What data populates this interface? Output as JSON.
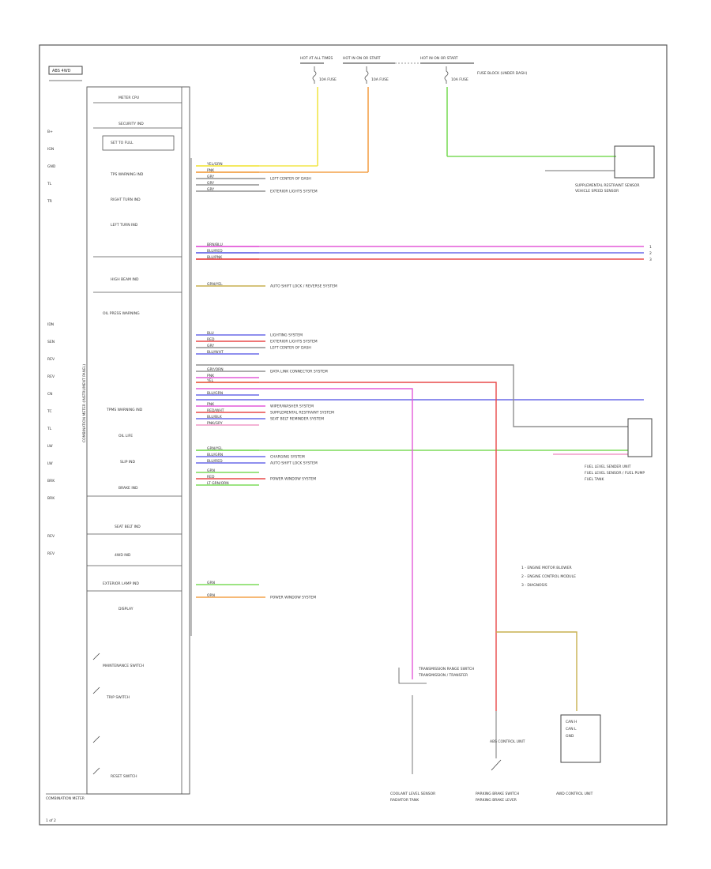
{
  "colors": {
    "frame": "#555555",
    "yellow": "#f2e64a",
    "orange": "#f3a24a",
    "green": "#7ddc5a",
    "magenta": "#e35ad9",
    "blue": "#6a6ae8",
    "red": "#e84a4a",
    "gray": "#909090",
    "olive": "#c7b050",
    "pink": "#f09ac8"
  },
  "header": {
    "title": "ABS 4WD",
    "footer_title": "COMBINATION METER",
    "page_label": "1 of 2"
  },
  "top_sources": [
    {
      "label": "HOT AT ALL TIMES"
    },
    {
      "label": "HOT IN ON OR START"
    },
    {
      "label": "HOT IN ON OR START"
    }
  ],
  "fuses": [
    {
      "label": "10A FUSE"
    },
    {
      "label": "10A FUSE"
    },
    {
      "label": "10A FUSE"
    }
  ],
  "fuse_note": "FUSE BLOCK (UNDER DASH)",
  "left_pin_labels": [
    "B+",
    "IGN",
    "GND",
    "TL",
    "TR",
    "IDN",
    "SEN",
    "REV",
    "REV",
    "CN",
    "TC",
    "TL",
    "LW",
    "LW",
    "BRK",
    "BRK",
    "REV",
    "REV"
  ],
  "meter_blocks": [
    {
      "label": "METER CPU"
    },
    {
      "label": "SECURITY IND"
    },
    {
      "label": "SET TO FULL"
    },
    {
      "label": "TPS WARNING IND"
    },
    {
      "label": "RIGHT TURN IND"
    },
    {
      "label": "LEFT TURN IND"
    },
    {
      "label": "HIGH BEAM IND"
    },
    {
      "label": "OIL PRESS WARNING"
    },
    {
      "label": "TPMS WARNING IND"
    },
    {
      "label": "OIL LIFE"
    },
    {
      "label": "SLIP IND"
    },
    {
      "label": "BRAKE IND"
    },
    {
      "label": "SEAT BELT IND"
    },
    {
      "label": "4WD IND"
    },
    {
      "label": "EXTERIOR LAMP IND"
    },
    {
      "label": "DISPLAY"
    },
    {
      "label": "MAINTENANCE SWITCH"
    },
    {
      "label": "TRIP SWITCH"
    },
    {
      "label": "RESET SWITCH"
    }
  ],
  "vertical_meter_label": "COMBINATION METER (INSTRUMENT PANEL)",
  "wires": [
    {
      "label": "YEL/GRN",
      "dest": ""
    },
    {
      "label": "PNK",
      "dest": ""
    },
    {
      "label": "GRY",
      "dest": "LEFT CENTER OF DASH"
    },
    {
      "label": "GRY",
      "dest": ""
    },
    {
      "label": "GRY",
      "dest": "EXTERIOR LIGHTS SYSTEM"
    },
    {
      "label": "BRN/BLU",
      "dest": ""
    },
    {
      "label": "BLU/RED",
      "dest": ""
    },
    {
      "label": "BLU/PNK",
      "dest": ""
    },
    {
      "label": "GRN/YEL",
      "dest": "AUTO SHIFT LOCK / REVERSE SYSTEM"
    },
    {
      "label": "BLU",
      "dest": "LIGHTING SYSTEM"
    },
    {
      "label": "RED",
      "dest": "EXTERIOR LIGHTS SYSTEM"
    },
    {
      "label": "GRY",
      "dest": "LEFT CENTER OF DASH"
    },
    {
      "label": "BLU/WHT",
      "dest": ""
    },
    {
      "label": "GRY/ORN",
      "dest": "DATA LINK CONNECTOR SYSTEM"
    },
    {
      "label": "PNK",
      "dest": ""
    },
    {
      "label": "YEL",
      "dest": ""
    },
    {
      "label": "BLU/GRN",
      "dest": ""
    },
    {
      "label": "PNK",
      "dest": "WIPER/WASHER SYSTEM"
    },
    {
      "label": "RED/WHT",
      "dest": "SUPPLEMENTAL RESTRAINT SYSTEM"
    },
    {
      "label": "BLU/BLK",
      "dest": "SEAT BELT REMINDER SYSTEM"
    },
    {
      "label": "PNK/GRY",
      "dest": ""
    },
    {
      "label": "GRN/YEL",
      "dest": ""
    },
    {
      "label": "BLU/GRN",
      "dest": "CHARGING SYSTEM"
    },
    {
      "label": "BLU/RED",
      "dest": "AUTO SHIFT LOCK SYSTEM"
    },
    {
      "label": "GRN",
      "dest": ""
    },
    {
      "label": "RED",
      "dest": "POWER WINDOW SYSTEM"
    },
    {
      "label": "LT GRN/ORN",
      "dest": ""
    },
    {
      "label": "GRN",
      "dest": ""
    },
    {
      "label": "ORN",
      "dest": "POWER WINDOW SYSTEM"
    }
  ],
  "right_components": {
    "sensor_a": "SUPPLEMENTAL RESTRAINT SENSOR",
    "sensor_a_sub": "VEHICLE SPEED SENSOR",
    "fuel_unit": "FUEL LEVEL SENDER UNIT",
    "fuel_unit_sub": "FUEL LEVEL SENSOR / FUEL PUMP",
    "fuel_unit_sub2": "FUEL TANK",
    "right_arrows": [
      "1",
      "2",
      "3"
    ],
    "legend": [
      "1 - ENGINE MOTOR BLOWER",
      "2 - ENGINE CONTROL MODULE",
      "3 - DIAGNOSIS"
    ]
  },
  "bottom_components": {
    "trans_range": "TRANSMISSION RANGE SWITCH",
    "trans_range_sub": "TRANSMISSION / TRANSFER",
    "abs_unit": "ABS CONTROL UNIT",
    "parking_brake": "PARKING BRAKE SWITCH",
    "parking_brake_sub": "PARKING BRAKE LEVER",
    "coolant": "COOLANT LEVEL SENSOR",
    "coolant_sub": "RADIATOR TANK",
    "control_unit": "AWD CONTROL UNIT",
    "control_unit_pins": [
      "CAN H",
      "CAN L",
      "GND"
    ]
  }
}
